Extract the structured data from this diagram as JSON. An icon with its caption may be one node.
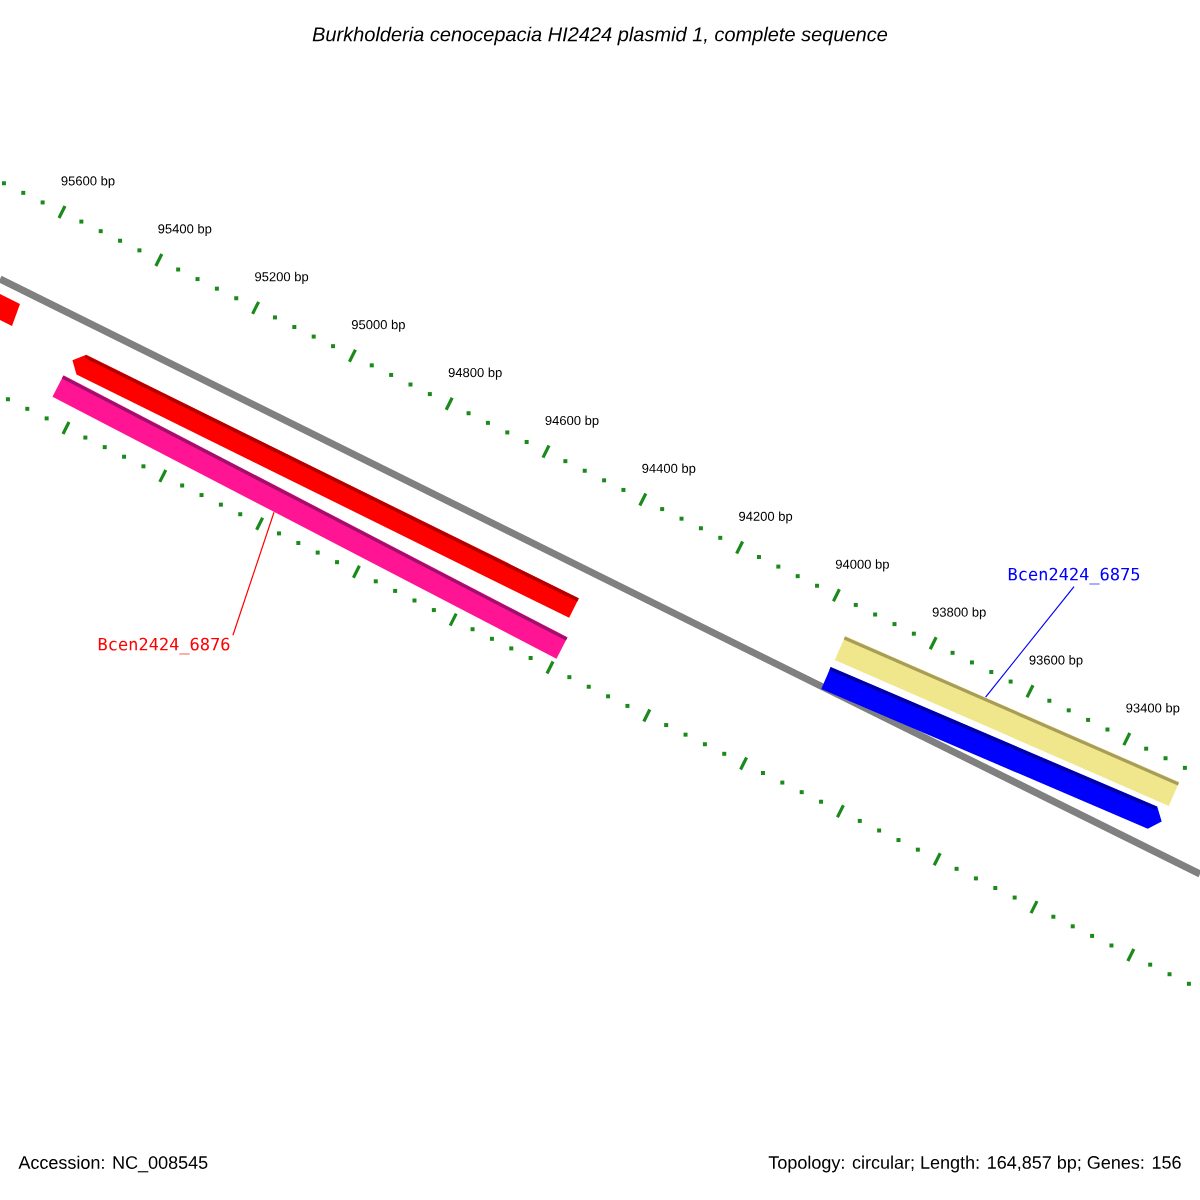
{
  "diagram": {
    "title": "Burkholderia cenocepacia HI2424 plasmid 1, complete sequence",
    "nodes": [
      {
        "text": [
          "Bcen2424_6876"
        ]
      },
      {
        "text": [],
        "shape": "bar"
      },
      {
        "text": [
          "Bcen2424_6875"
        ]
      },
      {
        "text": [],
        "shape": "bar"
      }
    ],
    "edges": [
      {
        "from": 0,
        "to": 1,
        "arrow": "none",
        "color": "#ff0000"
      },
      {
        "from": 2,
        "to": 3,
        "arrow": "none",
        "color": "#0000ff"
      }
    ],
    "labels": [
      "95600 bp",
      "95400 bp",
      "95200 bp",
      "95000 bp",
      "94800 bp",
      "94600 bp",
      "94400 bp",
      "94200 bp",
      "94000 bp",
      "93800 bp",
      "93600 bp",
      "93400 bp",
      "Accession: NC_008545",
      "Topology: circular; Length: 164,857 bp; Genes: 156"
    ]
  }
}
